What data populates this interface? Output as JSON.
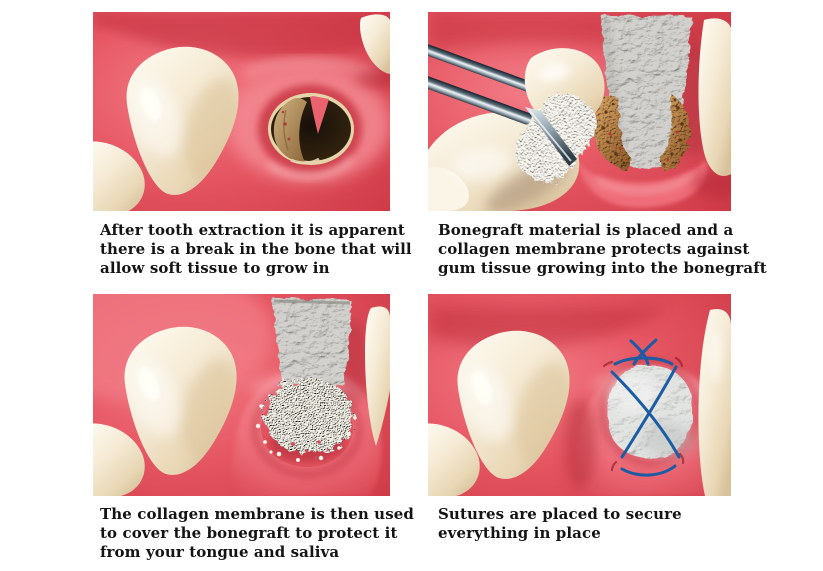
{
  "page": {
    "background": "#ffffff",
    "type": "dental-bonegraft-procedure-infographic",
    "step_count": 4
  },
  "panels": [
    {
      "name": "extraction",
      "caption": "After tooth extraction it is apparent\nthere is a break in the bone that will\nallow soft tissue to grow in"
    },
    {
      "name": "bonegraft-placement",
      "caption": "Bonegraft material is placed and a\ncollagen membrane protects against\ngum tissue growing into the bonegraft"
    },
    {
      "name": "membrane-cover",
      "caption": "The collagen membrane is then used\nto cover the bonegraft to protect it\nfrom your tongue and saliva"
    },
    {
      "name": "sutures",
      "caption": "Sutures are placed to secure\neverything in place"
    }
  ],
  "colors": {
    "gum_red": "#e65864",
    "gum_dark": "#cf3a47",
    "gum_light": "#f28d96",
    "tooth_cream": "#f5ebd6",
    "socket_brown": "#38260f",
    "bone_tan": "#c8a875",
    "graft_wall_orange": "#c98f52",
    "collagen_white": "#f4f2ea",
    "graft_gray": "#c7c6c2",
    "membrane_gray": "#d6d8d6",
    "suture_blue": "#1b5ca4",
    "tweezer_steel": "#9fb0ba",
    "caption_text": "#141414"
  }
}
